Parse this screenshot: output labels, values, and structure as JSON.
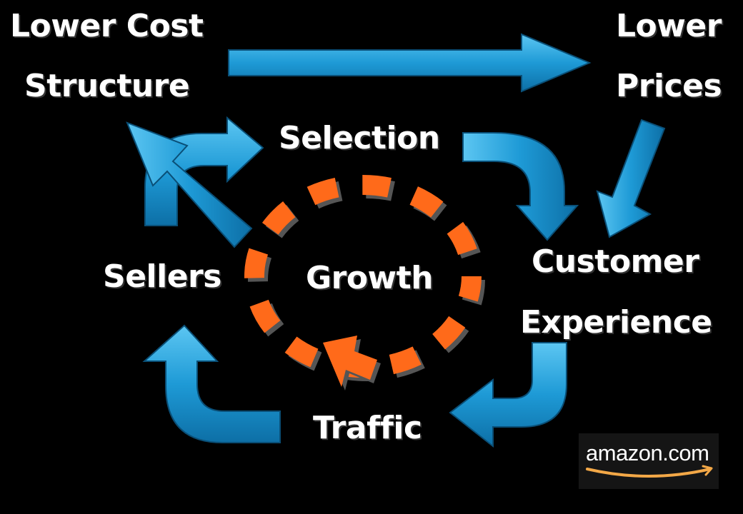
{
  "diagram": {
    "labels": {
      "lower_cost_line1": "Lower Cost",
      "lower_cost_line2": "Structure",
      "lower_prices_line1": "Lower",
      "lower_prices_line2": "Prices",
      "selection": "Selection",
      "customer_experience_line1": "Customer",
      "customer_experience_line2": "Experience",
      "sellers": "Sellers",
      "growth": "Growth",
      "traffic": "Traffic"
    },
    "colors": {
      "background": "#000000",
      "arrow_blue": "#1e9ad6",
      "arrow_blue_dark": "#0d5f8e",
      "growth_orange": "#ff6a1a",
      "label_white": "#ffffff"
    }
  },
  "brand": {
    "logo_text": "amazon.com",
    "smile_color": "#f3a847"
  }
}
